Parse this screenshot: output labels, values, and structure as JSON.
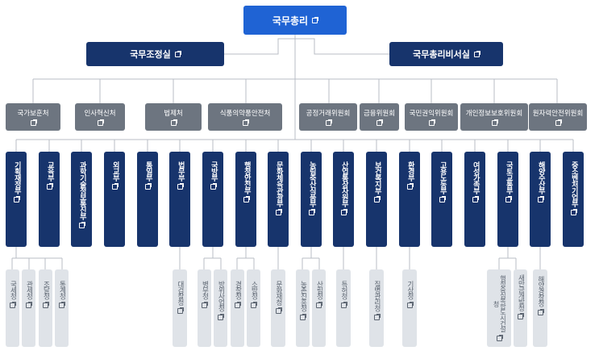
{
  "pm": {
    "label": "국무총리"
  },
  "offices": [
    {
      "label": "국무조정실"
    },
    {
      "label": "국무총리비서실"
    }
  ],
  "agencies": [
    {
      "label": "국가보훈처"
    },
    {
      "label": "인사혁신처"
    },
    {
      "label": "법제처"
    },
    {
      "label": "식품의약품안전처"
    },
    {
      "label": "공정거래위원회"
    },
    {
      "label": "금융위원회"
    },
    {
      "label": "국민권익위원회"
    },
    {
      "label": "개인정보보호위원회"
    },
    {
      "label": "원자력안전위원회"
    }
  ],
  "ministries": [
    {
      "label": "기획재정부"
    },
    {
      "label": "교육부"
    },
    {
      "label": "과학기술정보통신부"
    },
    {
      "label": "외교부"
    },
    {
      "label": "통일부"
    },
    {
      "label": "법무부"
    },
    {
      "label": "국방부"
    },
    {
      "label": "행정안전부"
    },
    {
      "label": "문화체육관광부"
    },
    {
      "label": "농림축산식품부"
    },
    {
      "label": "산업통상자원부"
    },
    {
      "label": "보건복지부"
    },
    {
      "label": "환경부"
    },
    {
      "label": "고용노동부"
    },
    {
      "label": "여성가족부"
    },
    {
      "label": "국토교통부"
    },
    {
      "label": "해양수산부"
    },
    {
      "label": "중소벤처기업부"
    }
  ],
  "subs": [
    {
      "label": "국세청"
    },
    {
      "label": "관세청"
    },
    {
      "label": "조달청"
    },
    {
      "label": "통계청"
    },
    {
      "label": "대검찰청"
    },
    {
      "label": "병무청"
    },
    {
      "label": "방위사업청"
    },
    {
      "label": "경찰청"
    },
    {
      "label": "소방청"
    },
    {
      "label": "문화재청"
    },
    {
      "label": "농촌진흥청"
    },
    {
      "label": "산림청"
    },
    {
      "label": "특허청"
    },
    {
      "label": "질병관리청"
    },
    {
      "label": "기상청"
    },
    {
      "label": "행정중심복합도시건설청"
    },
    {
      "label": "새만금개발청"
    },
    {
      "label": "해양경찰청"
    }
  ]
}
